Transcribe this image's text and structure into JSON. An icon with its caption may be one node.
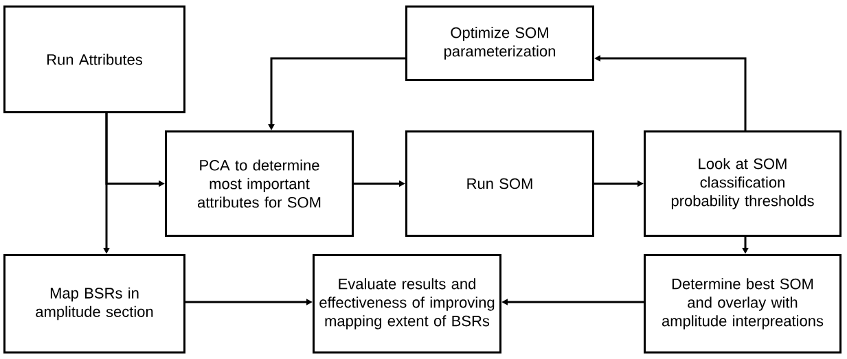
{
  "diagram": {
    "nodes": [
      {
        "text": [
          "Run Attributes"
        ]
      },
      {
        "text": [
          "Optimize SOM parameterization"
        ]
      },
      {
        "text": [
          "PCA to determine most important attributes for SOM"
        ]
      },
      {
        "text": [
          "Run SOM"
        ]
      },
      {
        "text": [
          "Look at SOM classification probability thresholds"
        ]
      },
      {
        "text": [
          "Map BSRs in amplitude section"
        ]
      },
      {
        "text": [
          "Evaluate results and effectiveness of improving mapping extent of BSRs"
        ]
      },
      {
        "text": [
          "Determine best SOM and overlay with amplitude interpreations"
        ]
      }
    ],
    "edges": [
      {
        "from": 0,
        "to": 5,
        "arrow": "to"
      },
      {
        "from": 0,
        "to": 2,
        "arrow": "to"
      },
      {
        "from": 2,
        "to": 3,
        "arrow": "to"
      },
      {
        "from": 3,
        "to": 4,
        "arrow": "to"
      },
      {
        "from": 4,
        "to": 1,
        "arrow": "to"
      },
      {
        "from": 1,
        "to": 2,
        "arrow": "to"
      },
      {
        "from": 4,
        "to": 7,
        "arrow": "to"
      },
      {
        "from": 7,
        "to": 6,
        "arrow": "to"
      },
      {
        "from": 5,
        "to": 6,
        "arrow": "to"
      }
    ]
  }
}
